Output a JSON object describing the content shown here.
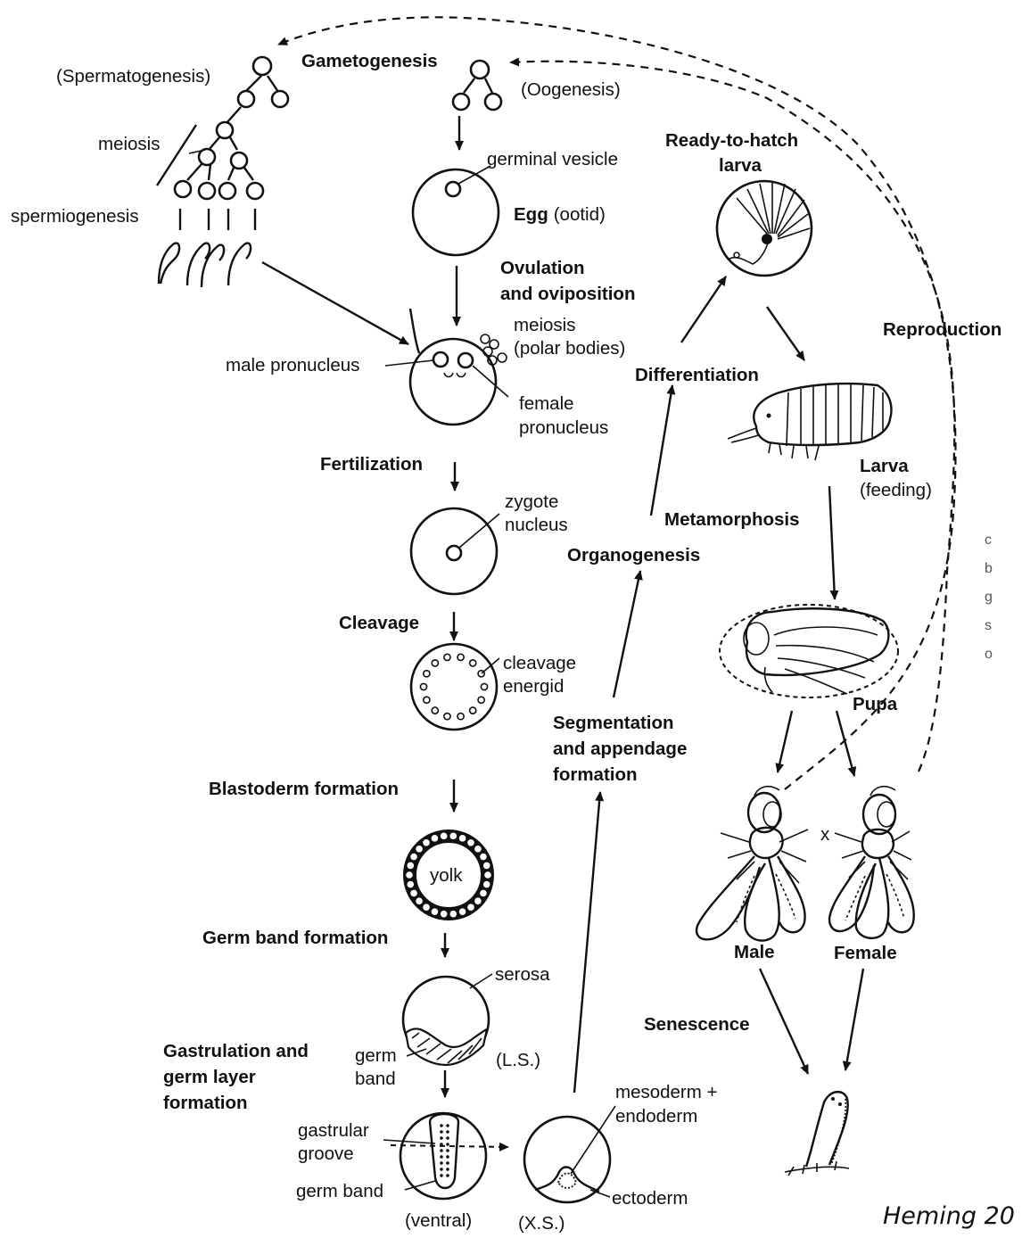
{
  "labels": {
    "spermatogenesis": "(Spermatogenesis)",
    "gametogenesis": "Gametogenesis",
    "oogenesis": "(Oogenesis)",
    "meiosis_left": "meiosis",
    "spermiogenesis": "spermiogenesis",
    "germinal_vesicle": "germinal vesicle",
    "egg": "Egg",
    "ootid": "(ootid)",
    "ovulation_1": "Ovulation",
    "ovulation_2": "and oviposition",
    "meiosis_right": "meiosis",
    "polar_bodies": "(polar bodies)",
    "male_pronucleus": "male pronucleus",
    "female_1": "female",
    "female_2": "pronucleus",
    "fertilization": "Fertilization",
    "zygote_1": "zygote",
    "zygote_2": "nucleus",
    "cleavage": "Cleavage",
    "cleavage_energid_1": "cleavage",
    "cleavage_energid_2": "energid",
    "blastoderm": "Blastoderm formation",
    "yolk": "yolk",
    "germ_band_formation": "Germ band formation",
    "serosa": "serosa",
    "gastrulation_1": "Gastrulation and",
    "gastrulation_2": "germ layer",
    "gastrulation_3": "formation",
    "germ_1": "germ",
    "germ_2": "band",
    "ls": "(L.S.)",
    "gastrular_1": "gastrular",
    "gastrular_2": "groove",
    "germ_band": "germ band",
    "ventral": "(ventral)",
    "xs": "(X.S.)",
    "mesoderm_1": "mesoderm +",
    "mesoderm_2": "endoderm",
    "ectoderm": "ectoderm",
    "segmentation_1": "Segmentation",
    "segmentation_2": "and appendage",
    "segmentation_3": "formation",
    "organogenesis": "Organogenesis",
    "differentiation": "Differentiation",
    "ready_1": "Ready-to-hatch",
    "ready_2": "larva",
    "larva": "Larva",
    "feeding": "(feeding)",
    "metamorphosis": "Metamorphosis",
    "pupa": "Pupa",
    "cross": "x",
    "male": "Male",
    "female": "Female",
    "senescence": "Senescence",
    "reproduction": "Reproduction"
  },
  "side_letters": [
    "c",
    "b",
    "g",
    "s",
    "o"
  ],
  "citation": "Heming 20"
}
